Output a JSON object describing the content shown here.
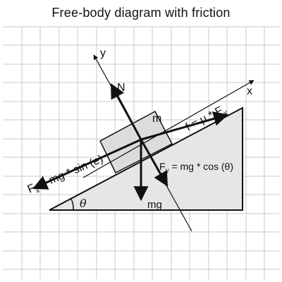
{
  "title": "Free-body diagram with friction",
  "labels": {
    "axis_x": "x",
    "axis_y": "y",
    "normal": "N",
    "mass": "m",
    "weight": "mg",
    "angle": "θ",
    "friction_prefix": "f = μ * F",
    "friction_sub": "y",
    "fx_prefix": "F",
    "fx_sub": "x",
    "fx_rest": " = mg * sin (e)",
    "fy_prefix": "F",
    "fy_sub": "y",
    "fy_rest": " = mg * cos (θ)"
  },
  "colors": {
    "grid": "#c8c8c8",
    "incline_fill": "#e6e6e6",
    "block_fill": "#dcdcdc",
    "stroke": "#111111"
  }
}
